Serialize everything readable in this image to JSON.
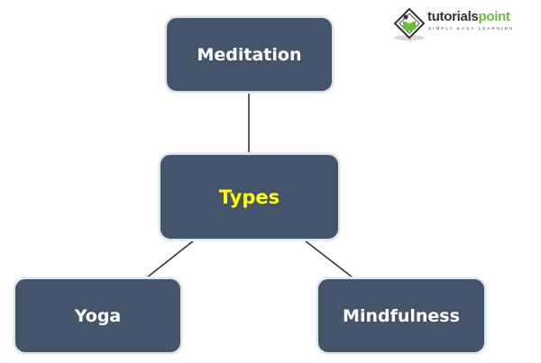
{
  "diagram": {
    "nodes": [
      {
        "id": "meditation",
        "label": "Meditation"
      },
      {
        "id": "types",
        "label": "Types"
      },
      {
        "id": "yoga",
        "label": "Yoga"
      },
      {
        "id": "mindfulness",
        "label": "Mindfulness"
      }
    ],
    "edges": [
      {
        "from": "meditation",
        "to": "types"
      },
      {
        "from": "types",
        "to": "yoga"
      },
      {
        "from": "types",
        "to": "mindfulness"
      }
    ],
    "colors": {
      "node_fill": "#44546a",
      "node_text": "#ffffff",
      "highlight_text": "#ffff00",
      "edge": "#333333"
    }
  },
  "logo": {
    "brand_part1": "tutorials",
    "brand_part2": "point",
    "tagline": "SIMPLY EASY LEARNING"
  }
}
